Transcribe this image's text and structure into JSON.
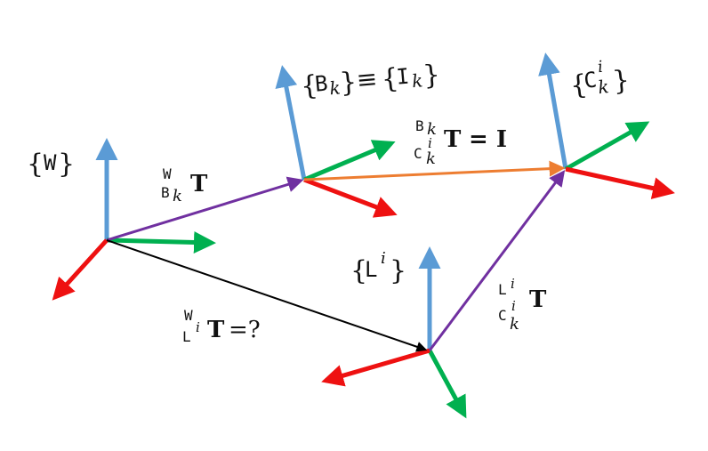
{
  "frames": {
    "world": {
      "name": "{W}",
      "letter": "W"
    },
    "body": {
      "name": "{B_k} ≡ {I_k}",
      "letter_b": "B",
      "letter_i": "I",
      "sub": "k"
    },
    "camera": {
      "name": "{C^i_k}",
      "letter": "C",
      "sup": "i",
      "sub": "k"
    },
    "lidar": {
      "name": "{L^i}",
      "letter": "L",
      "sup": "i"
    }
  },
  "transforms": {
    "world_body": {
      "pre_sup": "W",
      "pre_sub": "B",
      "sub_idx": "k",
      "symbol": "T",
      "suffix": ""
    },
    "body_camera": {
      "pre_sup": "B",
      "pre_sup_idx": "k",
      "pre_sub": "C",
      "pre_sub_sup": "i",
      "pre_sub_idx": "k",
      "symbol": "T",
      "suffix": "= I"
    },
    "world_lidar": {
      "pre_sup": "W",
      "pre_sub": "L",
      "pre_sub_sup": "i",
      "symbol": "T",
      "suffix": "=?"
    },
    "lidar_camera": {
      "pre_sup": "L",
      "pre_sup_idx": "i",
      "pre_sub": "C",
      "pre_sub_sup": "i",
      "pre_sub_idx": "k",
      "symbol": "T",
      "suffix": ""
    }
  },
  "symbols": {
    "equiv": "≡"
  },
  "colors": {
    "z_axis": "#5b9bd5",
    "x_axis": "#00b050",
    "y_axis": "#ee1111",
    "purple": "#7030a0",
    "orange": "#ed7d31",
    "black": "#000000"
  }
}
